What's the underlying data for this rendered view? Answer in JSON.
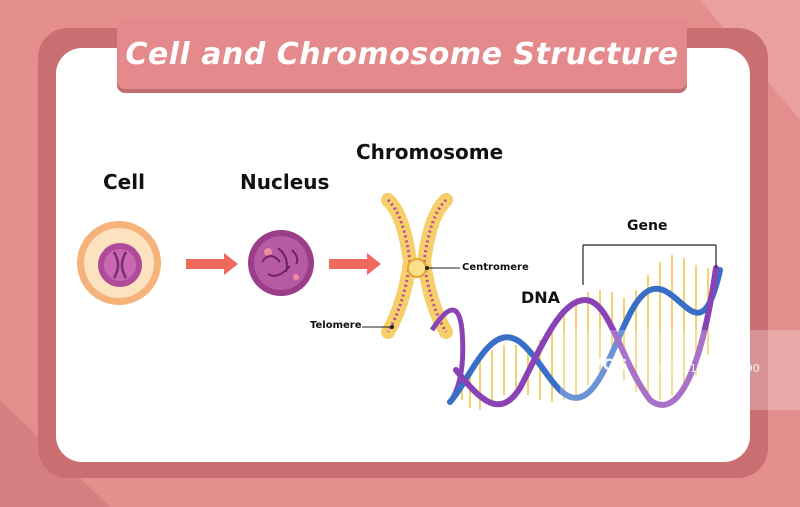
{
  "title": "Cell and Chromosome Structure",
  "labels": {
    "cell": "Cell",
    "nucleus": "Nucleus",
    "chromosome": "Chromosome",
    "centromere": "Centromere",
    "telomere": "Telomere",
    "dna": "DNA",
    "gene": "Gene"
  },
  "watermark": {
    "logo": "VCG",
    "id": "VCG211373001390"
  },
  "colors": {
    "background": "#e48e8e",
    "card_border": "#c96f72",
    "banner": "#e48a8c",
    "cell_outer": "#f6b27b",
    "cell_inner": "#fde2bf",
    "nucleus": "#b04a9b",
    "arrow": "#ee6a5e",
    "chromosome": "#f6cf6b",
    "dna_blue": "#3a6fc7",
    "dna_purple": "#8a43b5",
    "dna_rungs": "#f2c64b"
  }
}
